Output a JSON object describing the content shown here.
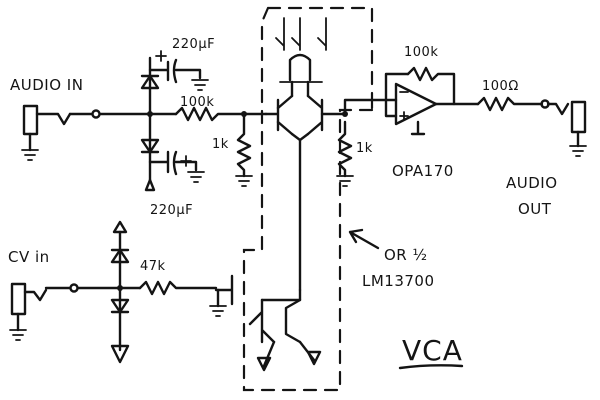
{
  "labels": {
    "audio_in": "AUDIO IN",
    "cv_in": "CV in",
    "cap_top": "220μF",
    "cap_bottom": "220μF",
    "res_100k_in": "100k",
    "res_1k_left": "1k",
    "res_1k_right": "1k",
    "res_100k_fb": "100k",
    "opamp": "OPA170",
    "res_100r": "100Ω",
    "audio_out_1": "AUDIO",
    "audio_out_2": "OUT",
    "res_47k": "47k",
    "or_note_1": "OR ½",
    "or_note_2": "LM13700",
    "title": "VCA"
  }
}
